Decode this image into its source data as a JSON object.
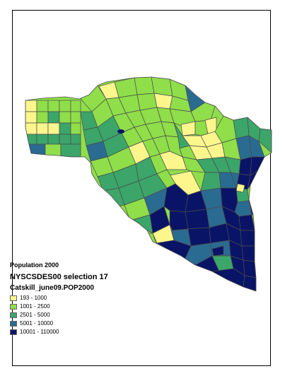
{
  "legend": {
    "title_small": "Population 2000",
    "title_layer": "NYSCSDES00 selection 17",
    "title_field": "Catskill_june09.POP2000",
    "classes": [
      {
        "label": "193 - 1000",
        "color": "#fdf68d"
      },
      {
        "label": "1001 - 2500",
        "color": "#8fde4a"
      },
      {
        "label": "2501 - 5000",
        "color": "#3ca56a"
      },
      {
        "label": "5001 - 10000",
        "color": "#2a6b91"
      },
      {
        "label": "10001 - 110000",
        "color": "#0a1466"
      }
    ]
  },
  "map": {
    "outline_color": "#4a4a4a",
    "water_color": "#0a1466"
  }
}
